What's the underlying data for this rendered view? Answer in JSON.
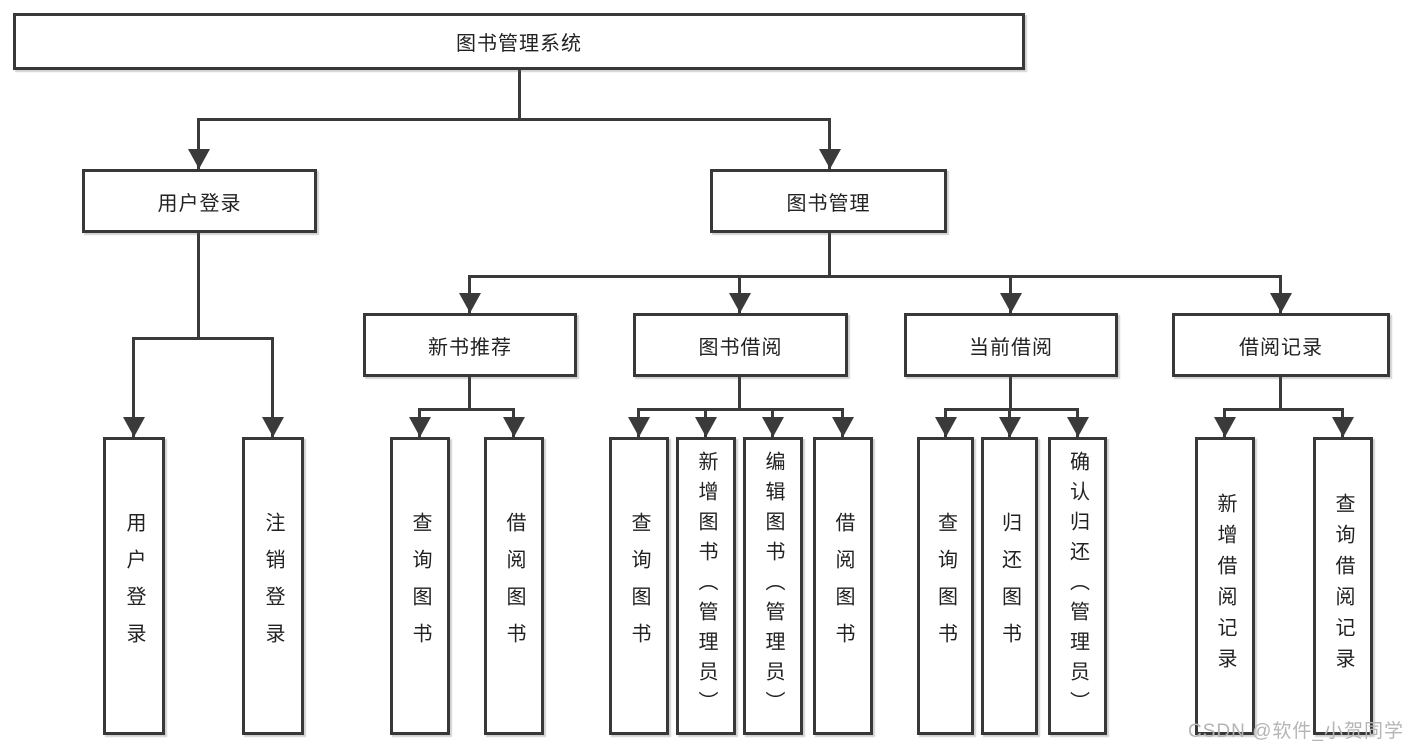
{
  "colors": {
    "line": "#3a3a3a",
    "border": "#383838",
    "text": "#222222",
    "watermark": "#b5b5b5",
    "background": "#ffffff"
  },
  "watermark": {
    "text": "CSDN @软件_小贺同学"
  },
  "tree": {
    "root": {
      "label": "图书管理系统",
      "children": [
        {
          "label": "用户登录",
          "children": [
            {
              "label": "用户登录"
            },
            {
              "label": "注销登录"
            }
          ]
        },
        {
          "label": "图书管理",
          "children": [
            {
              "label": "新书推荐",
              "children": [
                {
                  "label": "查询图书"
                },
                {
                  "label": "借阅图书"
                }
              ]
            },
            {
              "label": "图书借阅",
              "children": [
                {
                  "label": "查询图书"
                },
                {
                  "label": "新增图书（管理员）"
                },
                {
                  "label": "编辑图书（管理员）"
                },
                {
                  "label": "借阅图书"
                }
              ]
            },
            {
              "label": "当前借阅",
              "children": [
                {
                  "label": "查询图书"
                },
                {
                  "label": "归还图书"
                },
                {
                  "label": "确认归还（管理员）"
                }
              ]
            },
            {
              "label": "借阅记录",
              "children": [
                {
                  "label": "新增借阅记录"
                },
                {
                  "label": "查询借阅记录"
                }
              ]
            }
          ]
        }
      ]
    }
  }
}
